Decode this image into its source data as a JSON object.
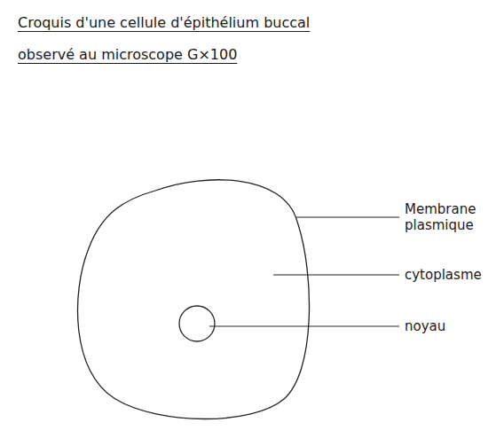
{
  "diagram": {
    "title": "Croquis d'une cellule d'épithélium buccal observé au microscope G×100",
    "labels": [
      "Membrane plasmique",
      "cytoplasme",
      "noyau"
    ]
  }
}
